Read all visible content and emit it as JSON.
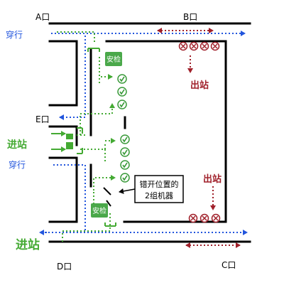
{
  "exits": {
    "a": "A口",
    "b": "B口",
    "c": "C口",
    "d": "D口",
    "e": "E口"
  },
  "labels": {
    "passthrough_top": "穿行",
    "passthrough_mid": "穿行",
    "entry_mid": "进站",
    "entry_bottom": "进站",
    "exit_top": "出站",
    "exit_right": "出站",
    "security_top": "安检",
    "security_bottom": "安检",
    "note_line1": "错开位置的",
    "note_line2": "2组机器"
  },
  "colors": {
    "wall": "#000000",
    "passthrough": "#2255dd",
    "entry": "#44aa33",
    "exit": "#a0202a",
    "gate_ok": "#3a9a3a",
    "security_fill": "#4aa84a"
  }
}
